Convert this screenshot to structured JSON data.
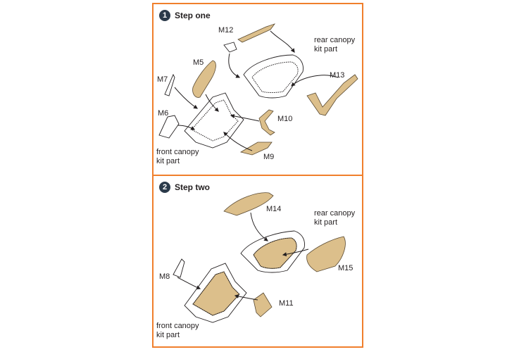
{
  "step1": {
    "number": "1",
    "title": "Step one",
    "labels": {
      "m12": "M12",
      "rear_line1": "rear canopy",
      "rear_line2": "kit part",
      "m5": "M5",
      "m7": "M7",
      "m13": "M13",
      "m6": "M6",
      "m10": "M10",
      "front_line1": "front canopy",
      "front_line2": "kit part",
      "m9": "M9"
    }
  },
  "step2": {
    "number": "2",
    "title": "Step two",
    "labels": {
      "m14": "M14",
      "rear_line1": "rear canopy",
      "rear_line2": "kit part",
      "m15": "M15",
      "m8": "M8",
      "m11": "M11",
      "front_line1": "front canopy",
      "front_line2": "kit part"
    }
  },
  "colors": {
    "border": "#f07f2c",
    "mask": "#dcbf8b",
    "badge": "#2b3a4a"
  }
}
